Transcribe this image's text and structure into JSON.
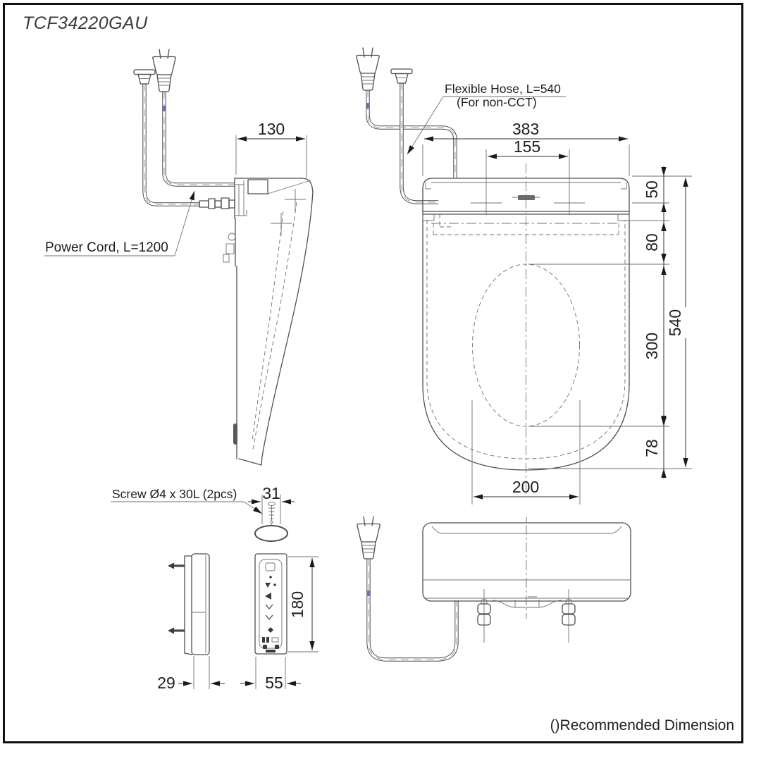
{
  "drawing": {
    "title": "TCF34220GAU",
    "footer_note": "()Recommended Dimension"
  },
  "labels": {
    "power_cord": "Power Cord, L=1200",
    "flexible_hose_line1": "Flexible Hose, L=540",
    "flexible_hose_line2": "(For non-CCT)",
    "screw_note": "Screw Ø4 x 30L (2pcs)"
  },
  "dimensions": {
    "side_depth": "130",
    "overall_width": "383",
    "hinge_hole_pitch": "155",
    "tank_top_depth": "50",
    "tank_front_depth": "80",
    "bowl_opening_length": "300",
    "overall_length": "540",
    "front_rim_depth": "78",
    "bowl_opening_width": "200",
    "bracket_width": "31",
    "remote_depth": "29",
    "remote_width": "55",
    "remote_height": "180"
  },
  "colors": {
    "background": "#ffffff",
    "border": "#111111",
    "line": "#4f4f4f",
    "text": "#1e1e1e",
    "cord_mark_blue": "#6470bd"
  }
}
